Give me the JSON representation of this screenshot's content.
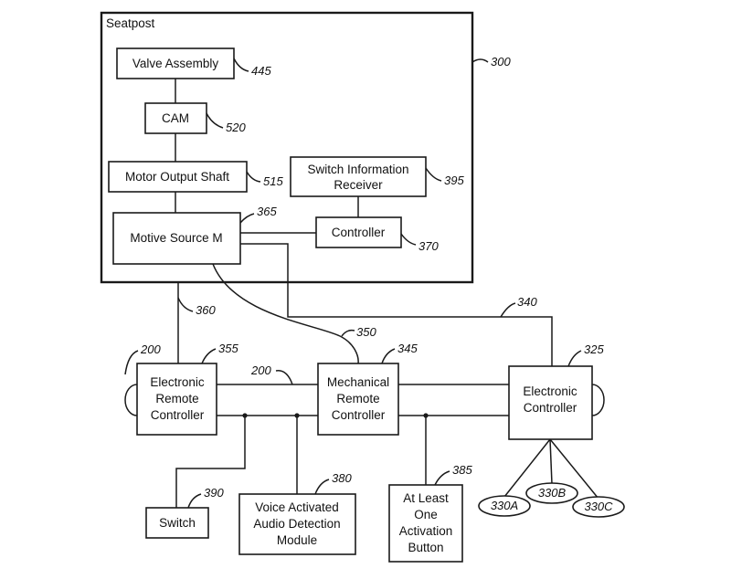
{
  "seatpost": {
    "title": "Seatpost",
    "ref": "300"
  },
  "blocks": {
    "valve_assembly": {
      "label": "Valve Assembly",
      "ref": "445"
    },
    "cam": {
      "label": "CAM",
      "ref": "520"
    },
    "motor_output_shaft": {
      "label": "Motor Output Shaft",
      "ref": "515"
    },
    "switch_info_receiver": {
      "line1": "Switch Information",
      "line2": "Receiver",
      "ref": "395"
    },
    "motive_source": {
      "label": "Motive Source M",
      "ref": "365"
    },
    "controller": {
      "label": "Controller",
      "ref": "370"
    },
    "electronic_remote": {
      "line1": "Electronic",
      "line2": "Remote",
      "line3": "Controller",
      "ref": "355"
    },
    "mechanical_remote": {
      "line1": "Mechanical",
      "line2": "Remote",
      "line3": "Controller",
      "ref": "345"
    },
    "electronic_controller": {
      "line1": "Electronic",
      "line2": "Controller",
      "ref": "325"
    },
    "switch": {
      "label": "Switch",
      "ref": "390"
    },
    "voice_module": {
      "line1": "Voice Activated",
      "line2": "Audio Detection",
      "line3": "Module",
      "ref": "380"
    },
    "activation_button": {
      "line1": "At Least",
      "line2": "One",
      "line3": "Activation",
      "line4": "Button",
      "ref": "385"
    }
  },
  "links": {
    "wire_360": "360",
    "wire_350": "350",
    "wire_340": "340",
    "handlebar_200_left": "200",
    "handlebar_200_mid": "200"
  },
  "sensors": {
    "a": "330A",
    "b": "330B",
    "c": "330C"
  }
}
